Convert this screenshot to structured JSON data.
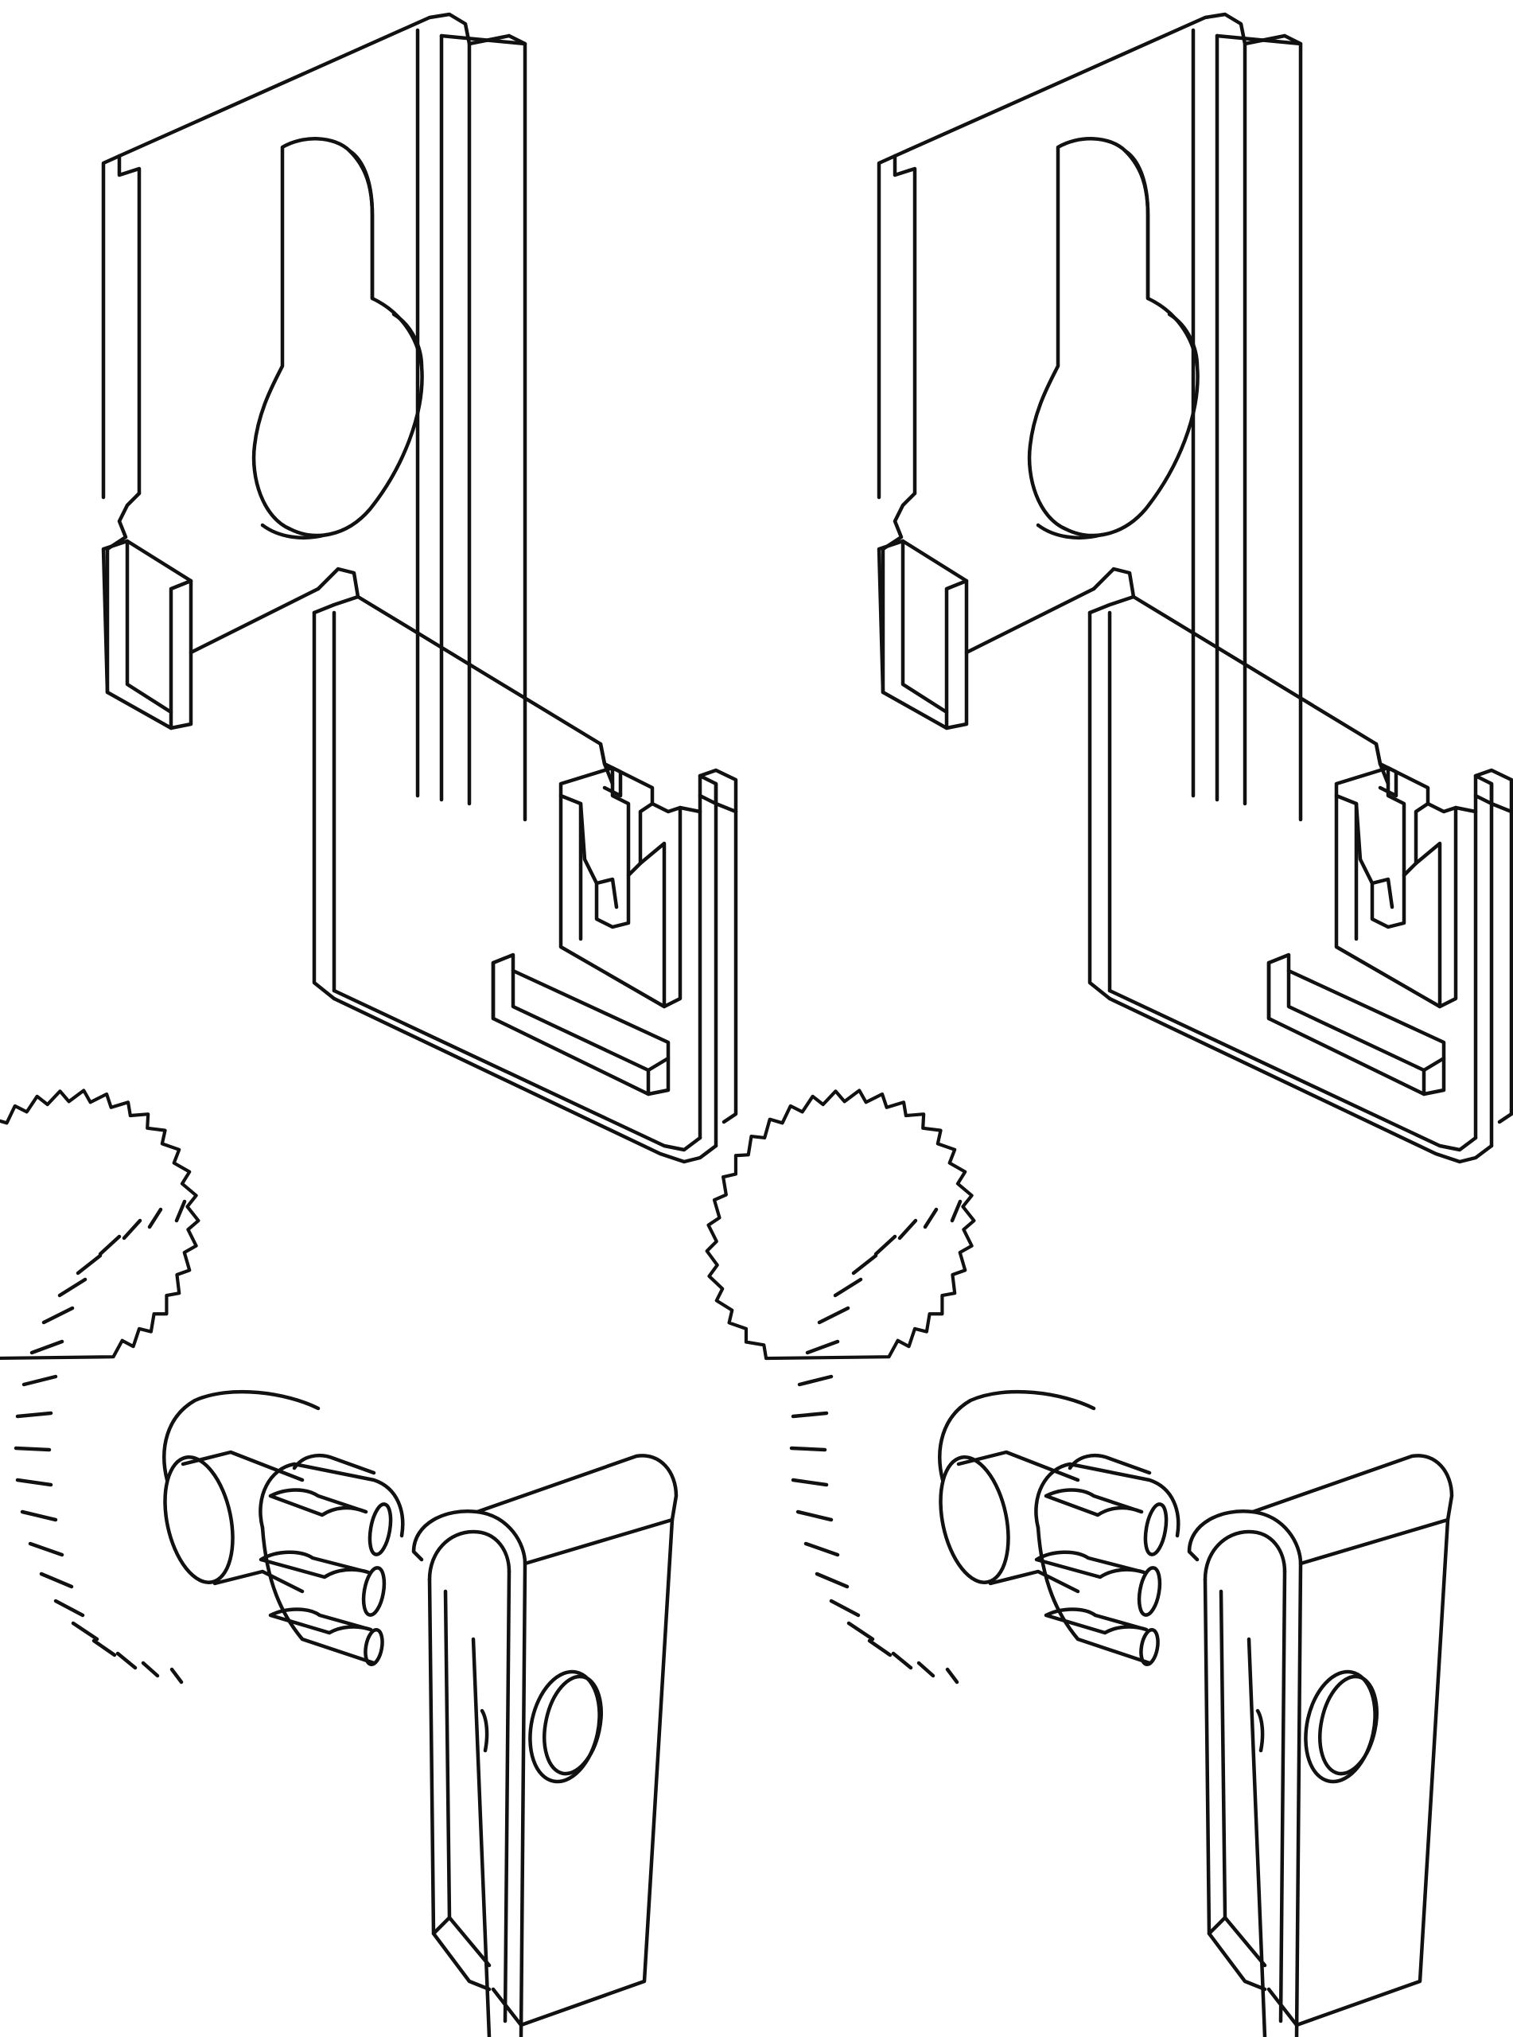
{
  "figure": {
    "kind": "hardware-parts-line-drawing",
    "line_color": "#111111",
    "background_color": "#ffffff",
    "parts": [
      {
        "name": "keyhole-bracket",
        "count": 2
      },
      {
        "name": "knurled-wheel-clip",
        "count": 2
      }
    ]
  }
}
